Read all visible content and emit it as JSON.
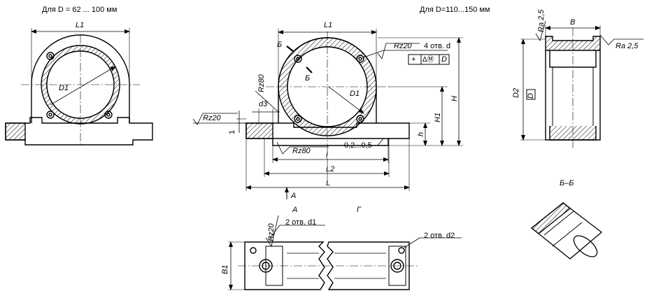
{
  "captions": {
    "small_range": "Для D = 62 ... 100 мм",
    "large_range": "Для D=110...150 мм",
    "section_bb": "Б–Б",
    "view_a": "А",
    "view_g": "Г",
    "arrow_a": "А"
  },
  "dims": {
    "L1_left": "L1",
    "D1_left": "D1",
    "L1": "L1",
    "H": "H",
    "H1": "H1",
    "h": "h",
    "l": "l",
    "L2": "L2",
    "L": "L",
    "d3": "d3",
    "D1": "D1",
    "one": "1",
    "clearance": "0,2...0,5",
    "B_right": "B",
    "D2": "D2",
    "D_box": "D",
    "B1": "B1"
  },
  "notes": {
    "holes_4": "4 отв. d",
    "holes_2_d1": "2 отв. d1",
    "holes_2_d2": "2 отв. d2",
    "tolerance_sym1": "+",
    "tolerance_sym2": "ΔⓂ",
    "tolerance_ref": "D",
    "section_mark_top": "Б",
    "section_mark_bottom": "Б"
  },
  "roughness": {
    "rz20_top": "Rz20",
    "rz80_side": "Rz80",
    "rz20_left": "Rz20",
    "rz80_bottom": "Rz80",
    "rz20_plan": "Rz20",
    "ra_top": "Ra 2,5",
    "ra_right": "Ra 2,5"
  }
}
